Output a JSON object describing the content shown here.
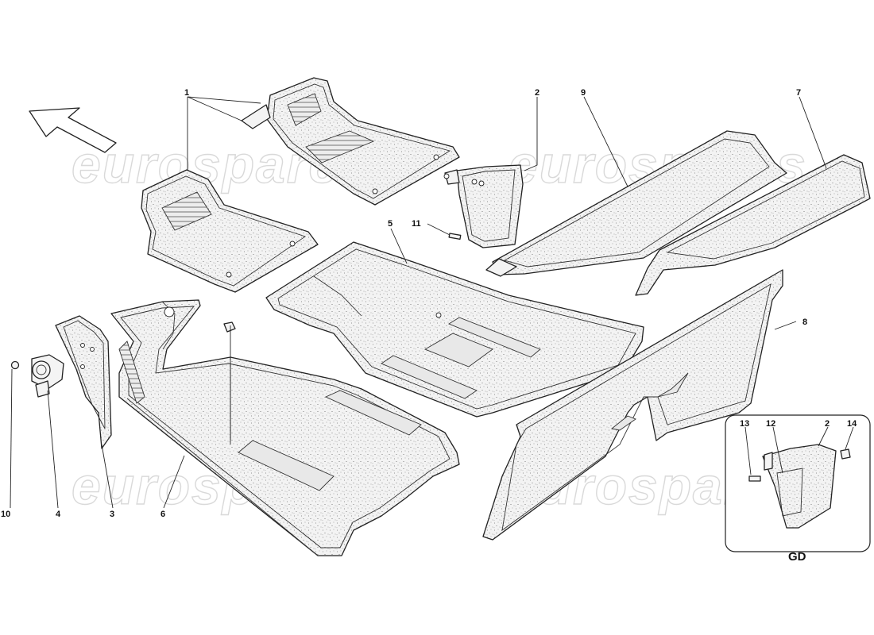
{
  "watermark": {
    "text": "eurospares"
  },
  "detail_box": {
    "title": "GD"
  },
  "part_labels": [
    {
      "id": "1",
      "text": "1"
    },
    {
      "id": "2",
      "text": "2"
    },
    {
      "id": "9",
      "text": "9"
    },
    {
      "id": "7",
      "text": "7"
    },
    {
      "id": "5",
      "text": "5"
    },
    {
      "id": "11",
      "text": "11"
    },
    {
      "id": "8",
      "text": "8"
    },
    {
      "id": "10",
      "text": "10"
    },
    {
      "id": "4",
      "text": "4"
    },
    {
      "id": "3",
      "text": "3"
    },
    {
      "id": "6",
      "text": "6"
    },
    {
      "id": "13",
      "text": "13"
    },
    {
      "id": "12",
      "text": "12"
    },
    {
      "id": "2b",
      "text": "2"
    },
    {
      "id": "14",
      "text": "14"
    }
  ]
}
